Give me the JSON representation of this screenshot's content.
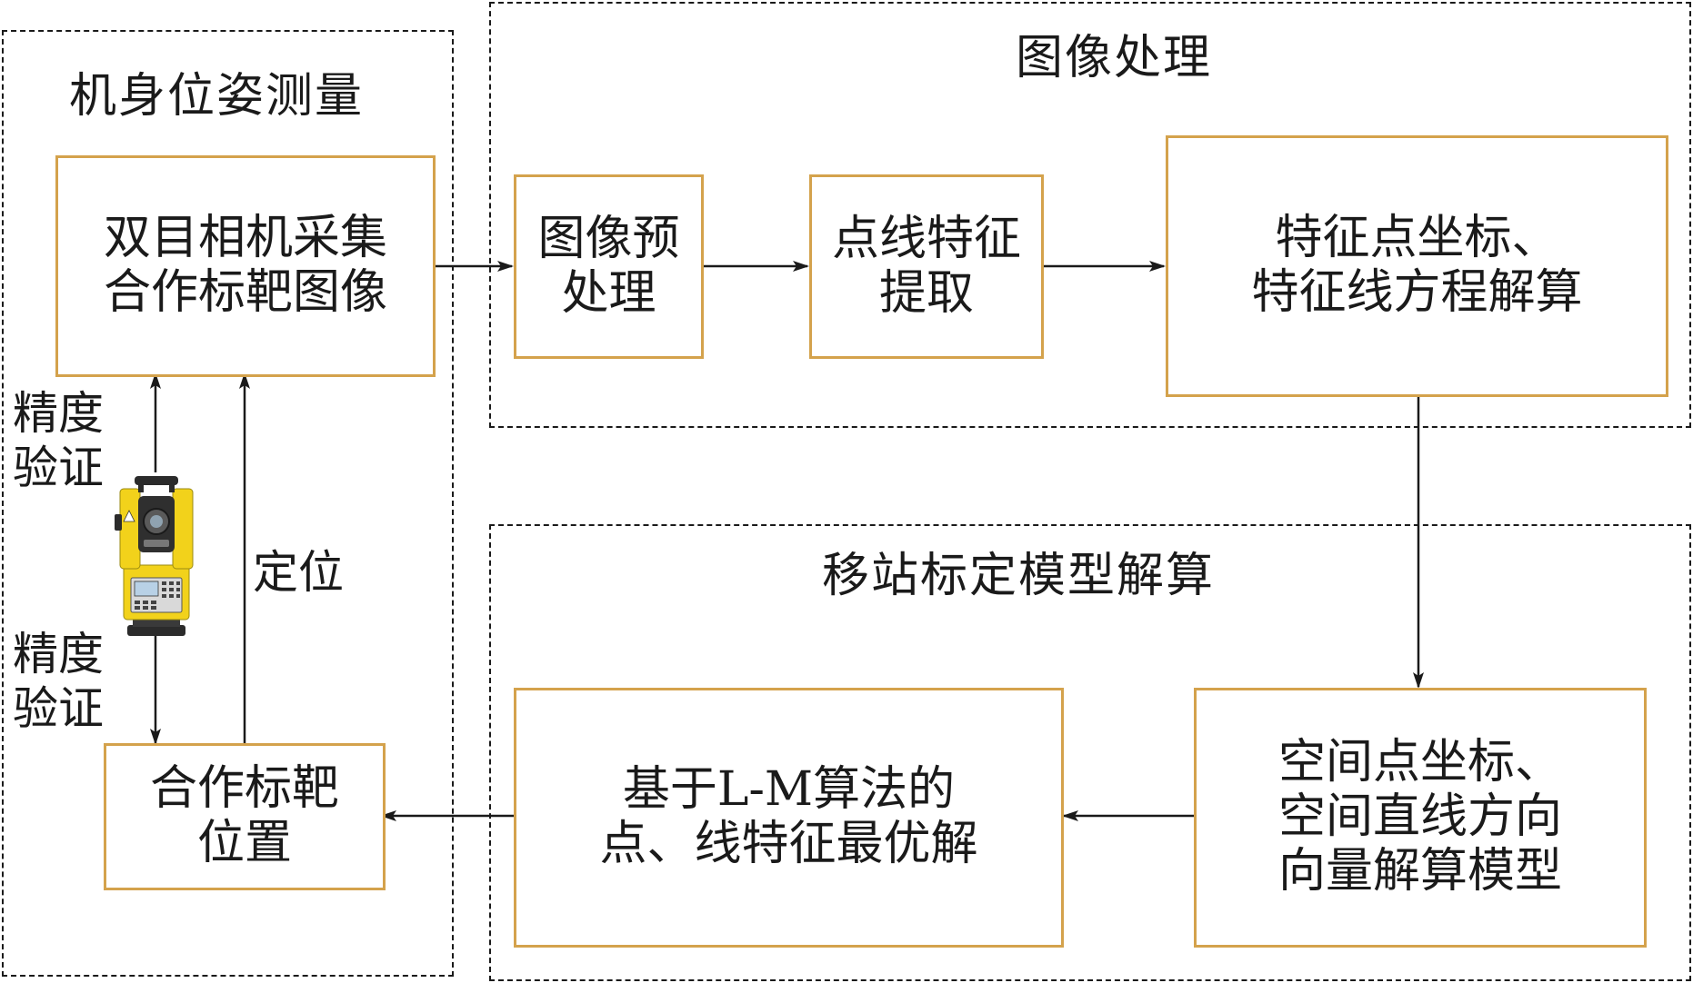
{
  "regions": {
    "pose": {
      "title": "机身位姿测量"
    },
    "image": {
      "title": "图像处理"
    },
    "calib": {
      "title": "移站标定模型解算"
    }
  },
  "boxes": {
    "capture": {
      "lines": [
        "双目相机采集",
        "合作标靶图像"
      ]
    },
    "preprocess": {
      "lines": [
        "图像预",
        "处理"
      ]
    },
    "extract": {
      "lines": [
        "点线特征",
        "提取"
      ]
    },
    "solve_feature": {
      "lines": [
        "特征点坐标、",
        "特征线方程解算"
      ]
    },
    "space_model": {
      "lines": [
        "空间点坐标、",
        "空间直线方向",
        "向量解算模型"
      ]
    },
    "lm_optimal": {
      "lines": [
        "基于L-M算法的",
        "点、线特征最优解"
      ]
    },
    "target_position": {
      "lines": [
        "合作标靶",
        "位置"
      ]
    }
  },
  "labels": {
    "accuracy_top": [
      "精度",
      "验证"
    ],
    "accuracy_bottom": [
      "精度",
      "验证"
    ],
    "positioning": "定位"
  },
  "instrument": {
    "icon": "total-station-icon"
  },
  "colors": {
    "box_border": "#d4a24c",
    "line": "#1a1a1a",
    "instrument_body": "#f2d21b"
  }
}
